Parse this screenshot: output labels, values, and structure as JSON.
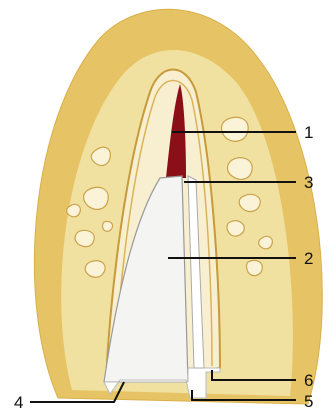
{
  "colors": {
    "background": "#ffffff",
    "bone_outer": "#e6c466",
    "bone_inner": "#f4e7b0",
    "cortical_rim": "#f7efcf",
    "trabecular_spots": "#fbf3d8",
    "implant_and_canal": "#f4f4f2",
    "tissue_dark_red": "#8a0f18",
    "leader_line": "#111111"
  },
  "labels": {
    "l1": "1",
    "l2": "2",
    "l3": "3",
    "l4": "4",
    "l5": "5",
    "l6": "6"
  }
}
